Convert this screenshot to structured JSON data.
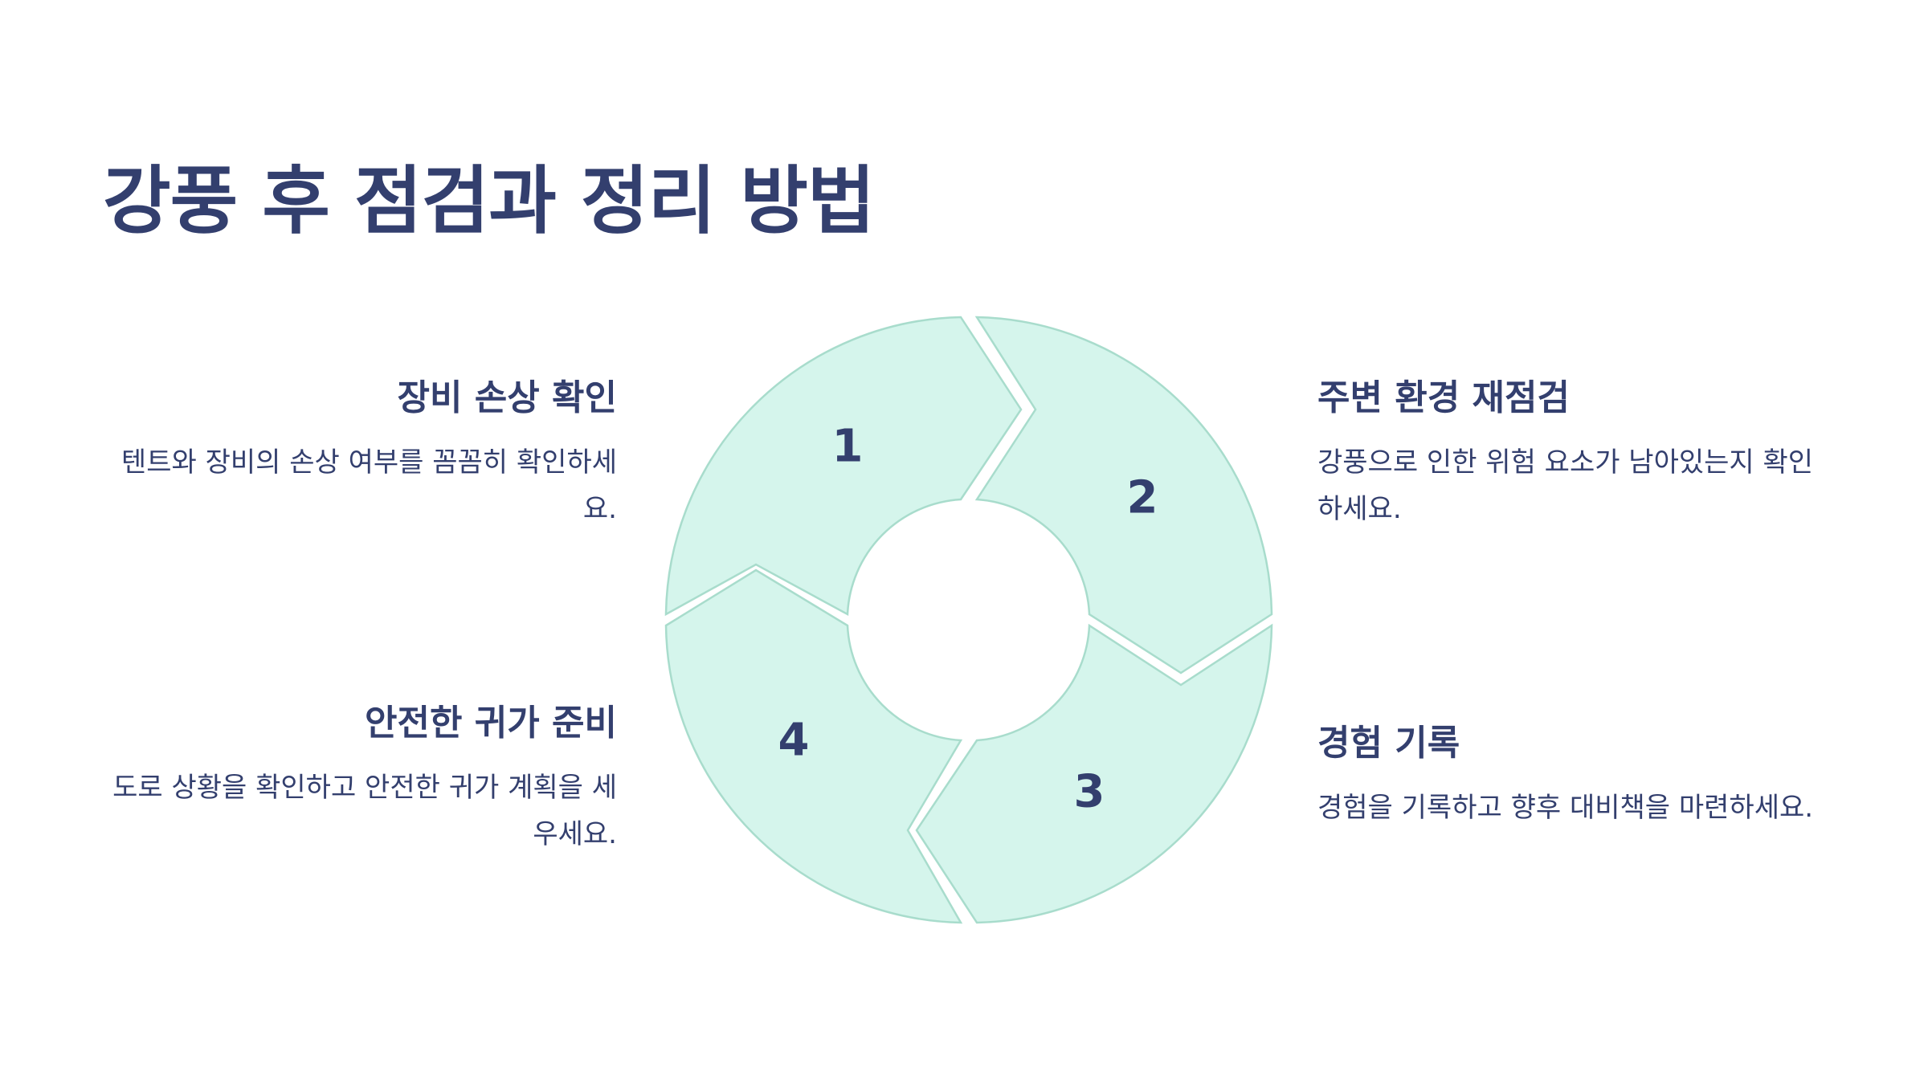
{
  "title": "강풍 후 점검과 정리 방법",
  "steps": [
    {
      "number": "1",
      "heading": "장비 손상 확인",
      "body": "텐트와 장비의 손상 여부를 꼼꼼히 확인하세요."
    },
    {
      "number": "2",
      "heading": "주변 환경 재점검",
      "body": "강풍으로 인한 위험 요소가 남아있는지 확인하세요."
    },
    {
      "number": "3",
      "heading": "경험 기록",
      "body": "경험을 기록하고 향후 대비책을 마련하세요."
    },
    {
      "number": "4",
      "heading": "안전한 귀가 준비",
      "body": "도로 상황을 확인하고 안전한 귀가 계획을 세우세요."
    }
  ],
  "colors": {
    "text": "#333f6e",
    "segment_fill": "#d5f5ec",
    "segment_stroke": "#a8dccc",
    "background": "#ffffff"
  }
}
